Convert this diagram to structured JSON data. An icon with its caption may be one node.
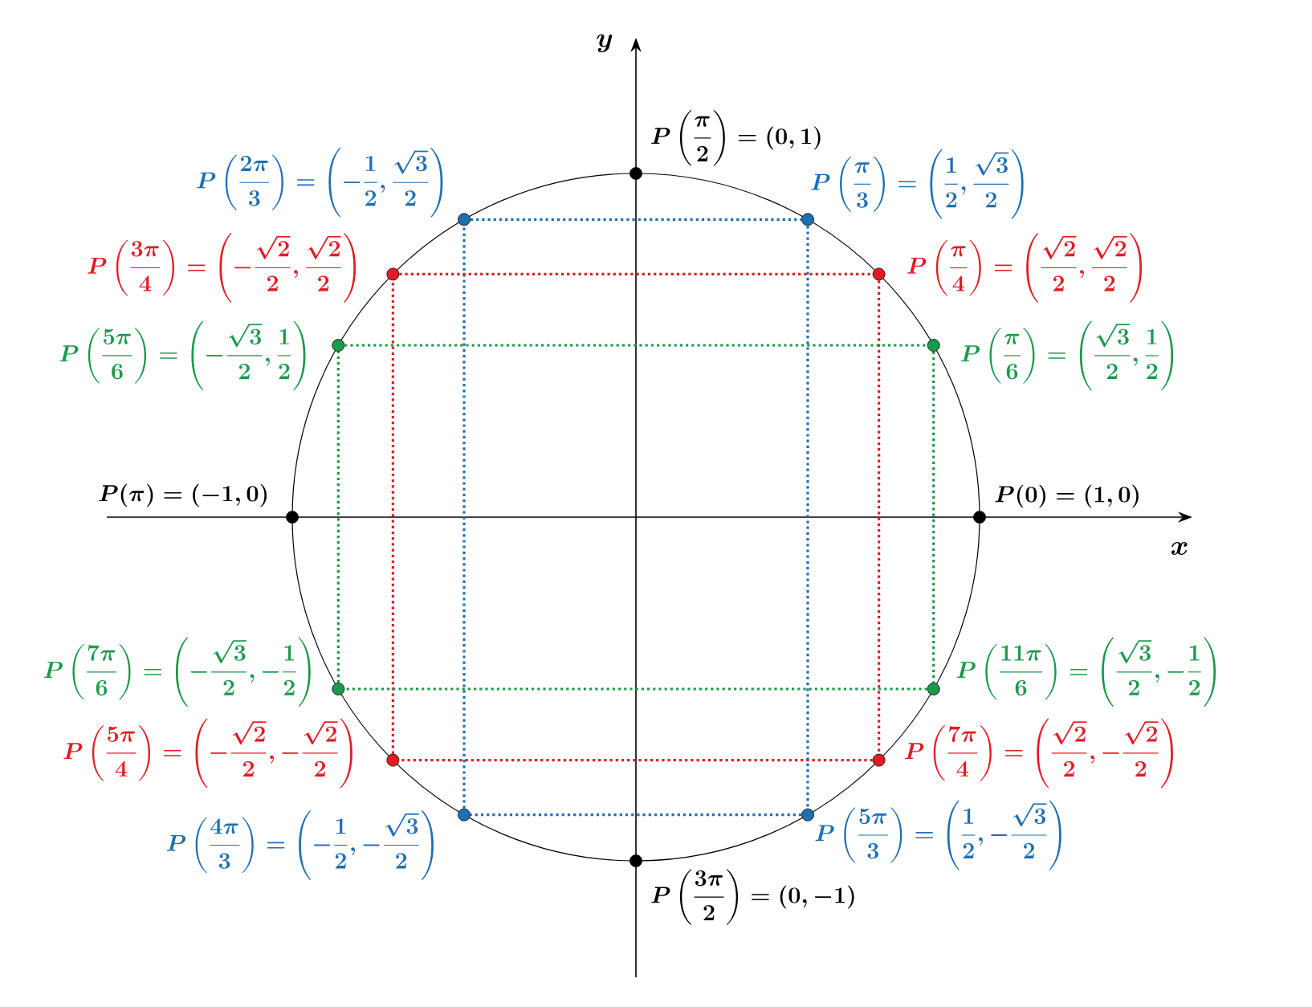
{
  "diagram": {
    "nodes": [
      {
        "text": [],
        "shape": "circle",
        "beside": [
          "P\\left(\\frac{\\pi}{2}\\right)=(0,1)"
        ]
      },
      {
        "text": [],
        "shape": "circle",
        "beside": [
          "P\\left(\\frac{2\\pi}{3}\\right)=\\left(-\\frac{1}{2},\\frac{\\sqrt{3}}{2}\\right)"
        ]
      },
      {
        "text": [],
        "shape": "circle",
        "beside": [
          "P\\left(\\frac{\\pi}{3}\\right)=\\left(\\frac{1}{2},\\frac{\\sqrt{3}}{2}\\right)"
        ]
      },
      {
        "text": [],
        "shape": "circle",
        "beside": [
          "P\\left(\\frac{3\\pi}{4}\\right)=\\left(-\\frac{\\sqrt{2}}{2},\\frac{\\sqrt{2}}{2}\\right)"
        ]
      },
      {
        "text": [],
        "shape": "circle",
        "beside": [
          "P\\left(\\frac{\\pi}{4}\\right)=\\left(\\frac{\\sqrt{2}}{2},\\frac{\\sqrt{2}}{2}\\right)"
        ]
      },
      {
        "text": [],
        "shape": "circle",
        "beside": [
          "P\\left(\\frac{5\\pi}{6}\\right)=\\left(-\\frac{\\sqrt{3}}{2},\\frac{1}{2}\\right)"
        ]
      },
      {
        "text": [],
        "shape": "circle",
        "beside": [
          "P\\left(\\frac{\\pi}{6}\\right)=\\left(\\frac{\\sqrt{3}}{2},\\frac{1}{2}\\right)"
        ]
      },
      {
        "text": [],
        "shape": "circle",
        "beside": [
          "P(\\pi)=(-1,0)"
        ]
      },
      {
        "text": [],
        "shape": "circle",
        "beside": [
          "P(0)=(1,0)"
        ]
      },
      {
        "text": [],
        "shape": "circle",
        "beside": [
          "P\\left(\\frac{7\\pi}{6}\\right)=\\left(-\\frac{\\sqrt{3}}{2},-\\frac{1}{2}\\right)"
        ]
      },
      {
        "text": [],
        "shape": "circle",
        "beside": [
          "P\\left(\\frac{11\\pi}{6}\\right)=\\left(\\frac{\\sqrt{3}}{2},-\\frac{1}{2}\\right)"
        ]
      },
      {
        "text": [],
        "shape": "circle",
        "beside": [
          "P\\left(\\frac{5\\pi}{4}\\right)=\\left(-\\frac{\\sqrt{2}}{2},-\\frac{\\sqrt{2}}{2}\\right)"
        ]
      },
      {
        "text": [],
        "shape": "circle",
        "beside": [
          "P\\left(\\frac{7\\pi}{4}\\right)=\\left(\\frac{\\sqrt{2}}{2},-\\frac{\\sqrt{2}}{2}\\right)"
        ]
      },
      {
        "text": [],
        "shape": "circle",
        "beside": [
          "P\\left(\\frac{4\\pi}{3}\\right)=\\left(-\\frac{1}{2},-\\frac{\\sqrt{3}}{2}\\right)"
        ]
      },
      {
        "text": [],
        "shape": "circle",
        "beside": [
          "P\\left(\\frac{5\\pi}{3}\\right)=\\left(\\frac{1}{2},-\\frac{\\sqrt{3}}{2}\\right)"
        ]
      },
      {
        "text": [],
        "shape": "circle",
        "beside": [
          "P\\left(\\frac{3\\pi}{2}\\right)=(0,-1)"
        ]
      }
    ],
    "edges": [
      {
        "from": 1,
        "to": 2,
        "arrow": "none",
        "color": "#1f6fb5"
      },
      {
        "from": 2,
        "to": 14,
        "arrow": "none",
        "color": "#1f6fb5"
      },
      {
        "from": 14,
        "to": 13,
        "arrow": "none",
        "color": "#1f6fb5"
      },
      {
        "from": 13,
        "to": 1,
        "arrow": "none",
        "color": "#1f6fb5"
      },
      {
        "from": 3,
        "to": 4,
        "arrow": "none",
        "color": "#e31b23"
      },
      {
        "from": 4,
        "to": 12,
        "arrow": "none",
        "color": "#e31b23"
      },
      {
        "from": 12,
        "to": 11,
        "arrow": "none",
        "color": "#e31b23"
      },
      {
        "from": 11,
        "to": 3,
        "arrow": "none",
        "color": "#e31b23"
      },
      {
        "from": 5,
        "to": 6,
        "arrow": "none",
        "color": "#1a9a4a"
      },
      {
        "from": 6,
        "to": 10,
        "arrow": "none",
        "color": "#1a9a4a"
      },
      {
        "from": 10,
        "to": 9,
        "arrow": "none",
        "color": "#1a9a4a"
      },
      {
        "from": 9,
        "to": 5,
        "arrow": "none",
        "color": "#1a9a4a"
      }
    ],
    "labels": [
      "y",
      "x"
    ]
  }
}
